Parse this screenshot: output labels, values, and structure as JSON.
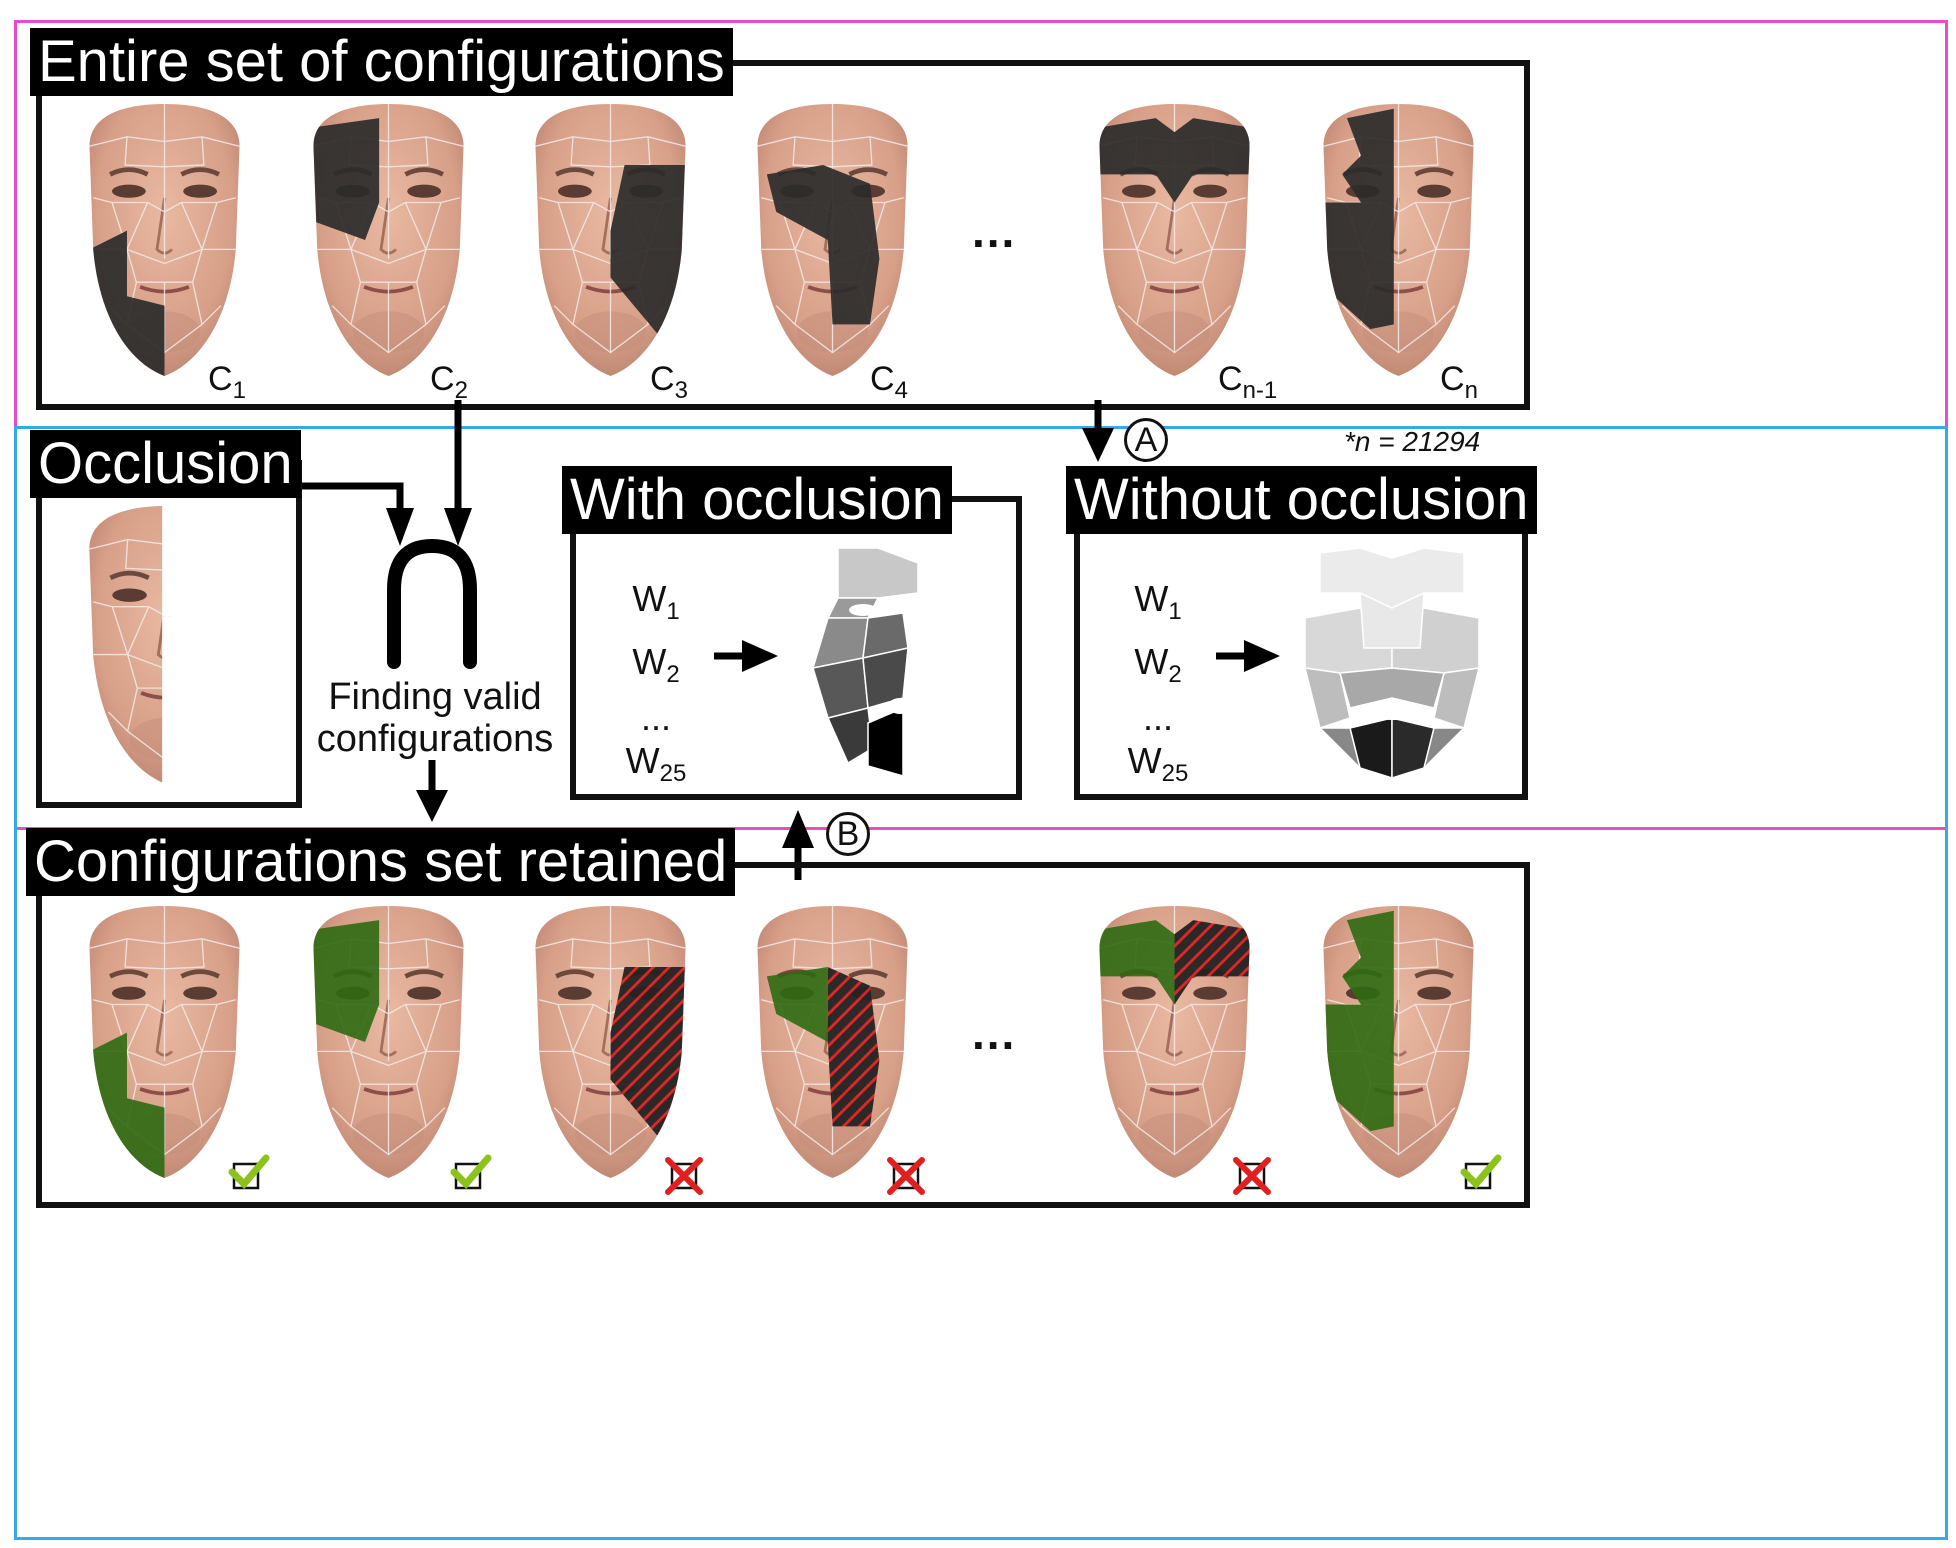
{
  "top": {
    "title": "Entire set of configurations",
    "labels": [
      "C",
      "C",
      "C",
      "C",
      "C",
      "C"
    ],
    "subscripts": [
      "1",
      "2",
      "3",
      "4",
      "n-1",
      "n"
    ],
    "ellipsis": "...",
    "note": "*n = 21294"
  },
  "occlusion": {
    "title": "Occlusion"
  },
  "intersection": {
    "caption_line1": "Finding valid",
    "caption_line2": "configurations"
  },
  "with_occlusion": {
    "title": "With occlusion",
    "weights": [
      "W",
      "W",
      "...",
      "W"
    ],
    "weight_subs": [
      "1",
      "2",
      "",
      "25"
    ]
  },
  "without_occlusion": {
    "title": "Without occlusion",
    "weights": [
      "W",
      "W",
      "...",
      "W"
    ],
    "weight_subs": [
      "1",
      "2",
      "",
      "25"
    ]
  },
  "badges": {
    "a": "A",
    "b": "B"
  },
  "bottom": {
    "title": "Configurations set retained",
    "ellipsis": "...",
    "valid": [
      true,
      true,
      false,
      false,
      false,
      true
    ]
  },
  "colors": {
    "pink_region": "#e84cc8",
    "blue_region": "#38a8e8",
    "valid_green": "#2d6a12",
    "invalid_red": "#e02020",
    "check_green": "#8cc21a"
  }
}
